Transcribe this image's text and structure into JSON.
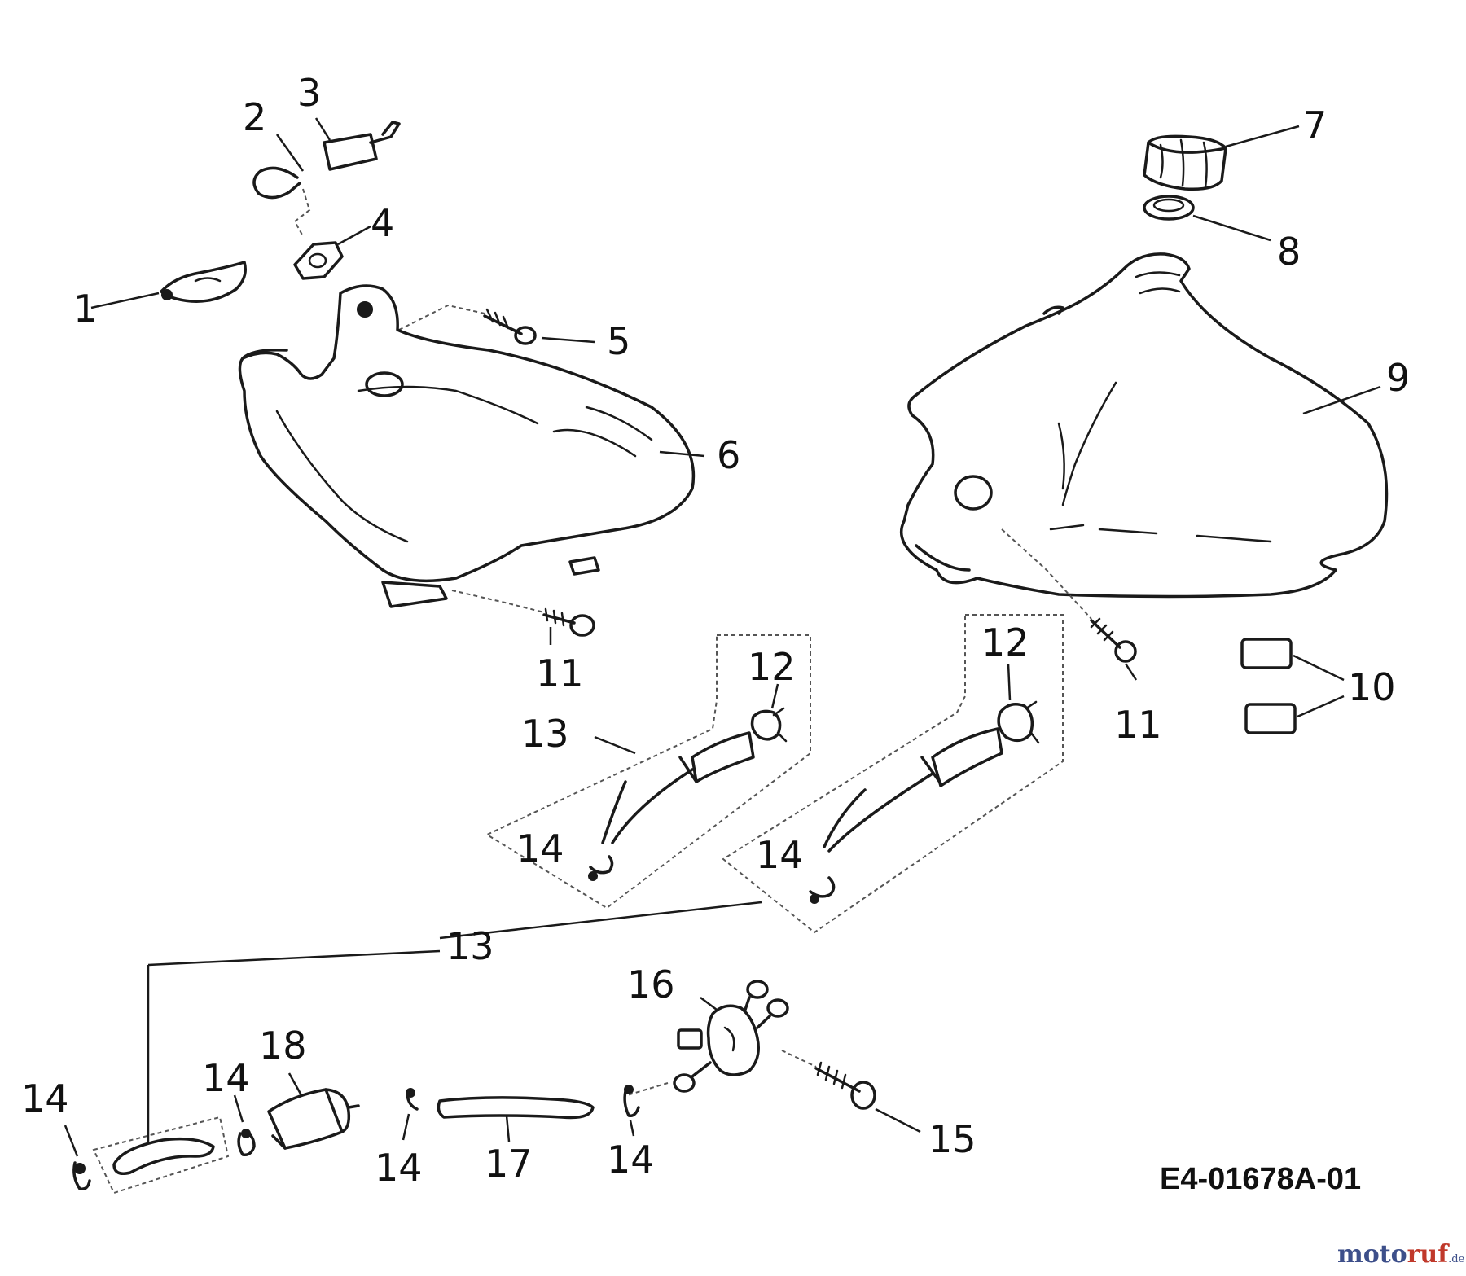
{
  "diagram": {
    "drawing_code": "E4-01678A-01",
    "callouts": {
      "c1": "1",
      "c2": "2",
      "c3": "3",
      "c4": "4",
      "c5": "5",
      "c6": "6",
      "c7": "7",
      "c8": "8",
      "c9": "9",
      "c10": "10",
      "c11a": "11",
      "c11b": "11",
      "c12a": "12",
      "c12b": "12",
      "c13a": "13",
      "c13b": "13",
      "c14a": "14",
      "c14b": "14",
      "c14c": "14",
      "c14d": "14",
      "c14e": "14",
      "c14f": "14",
      "c15": "15",
      "c16": "16",
      "c17": "17",
      "c18": "18"
    },
    "watermark": {
      "part1": "moto",
      "part2": "ruf",
      "part3": ".de"
    }
  }
}
